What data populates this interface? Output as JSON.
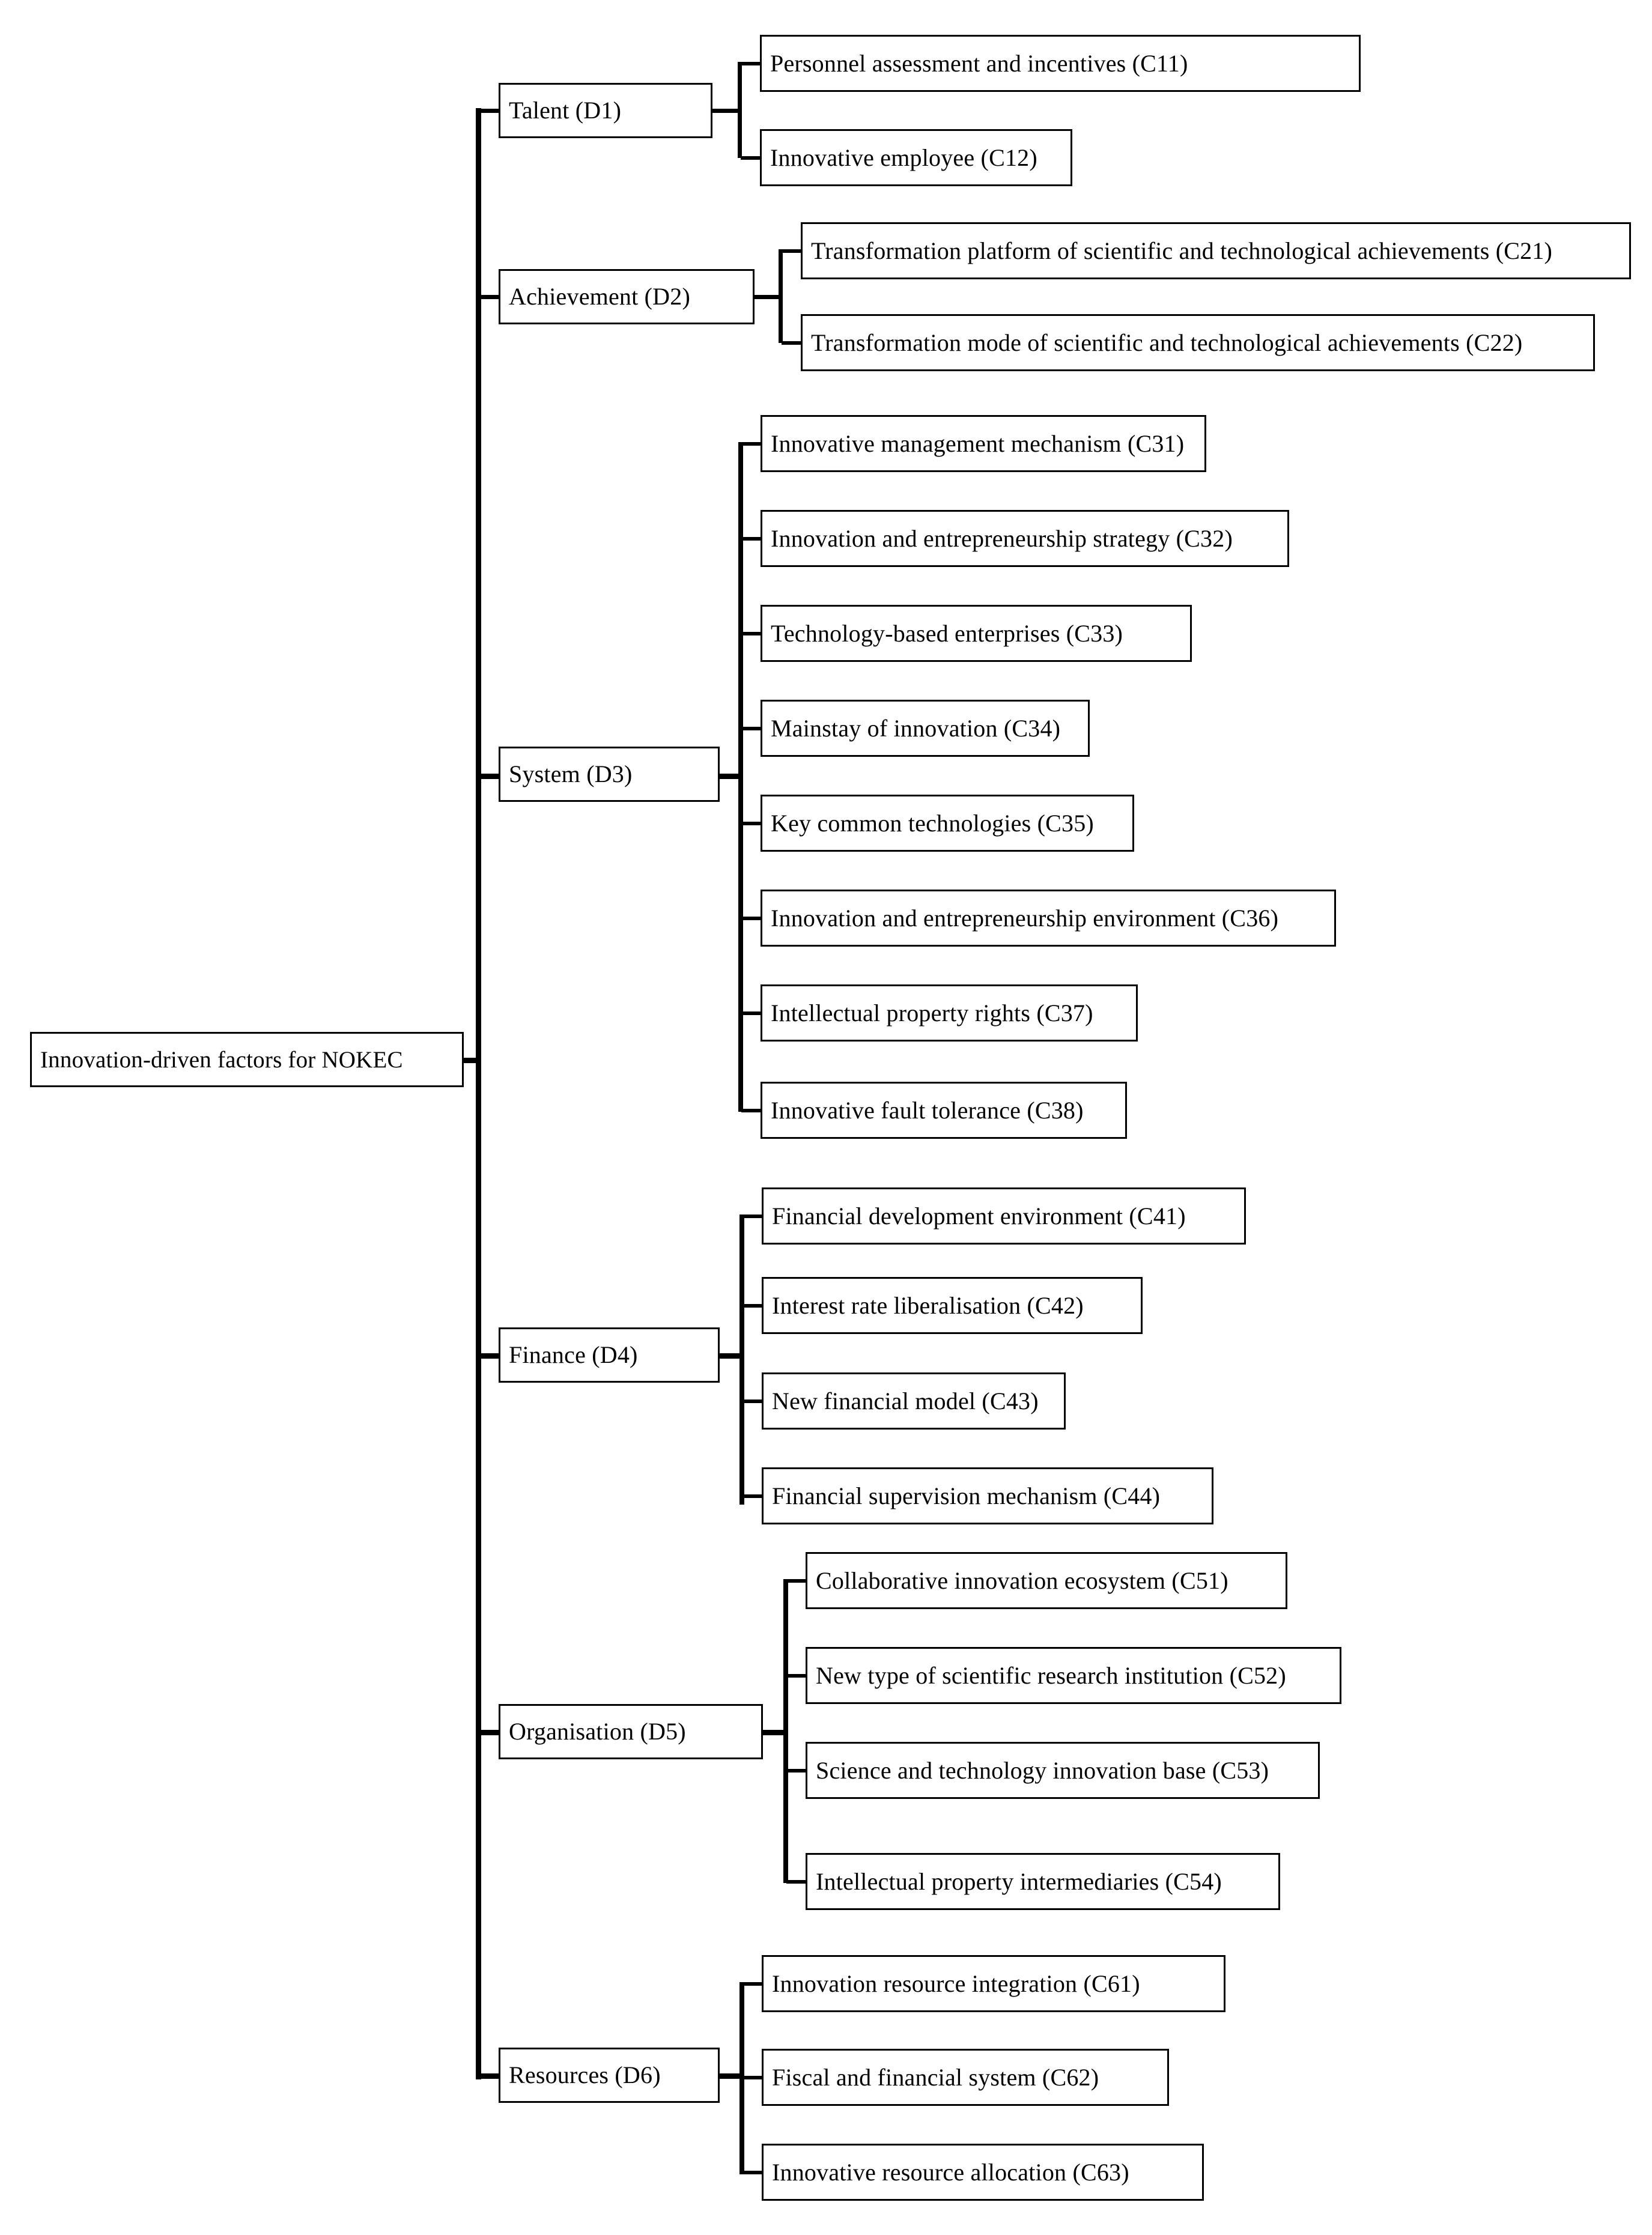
{
  "diagram": {
    "type": "hierarchy-tree",
    "orientation": "left-to-right",
    "root": {
      "label": "Innovation-driven  factors for NOKEC",
      "code": ""
    },
    "levels": [
      "goal",
      "dimension",
      "criterion"
    ],
    "branches": [
      {
        "label": "Talent (D1)",
        "code": "D1",
        "children": [
          {
            "label": "Personnel assessment and incentives (C11)",
            "code": "C11"
          },
          {
            "label": "Innovative  employee (C12)",
            "code": "C12"
          }
        ]
      },
      {
        "label": "Achievement (D2)",
        "code": "D2",
        "children": [
          {
            "label": "Transformation platform of scientific and technological achievements (C21)",
            "code": "C21"
          },
          {
            "label": "Transformation mode of scientific and technological achievements (C22)",
            "code": "C22"
          }
        ]
      },
      {
        "label": "System (D3)",
        "code": "D3",
        "children": [
          {
            "label": "Innovative  management  mechanism (C31)",
            "code": "C31"
          },
          {
            "label": "Innovation  and  entrepreneurship  strategy (C32)",
            "code": "C32"
          },
          {
            "label": "Technology-based enterprises (C33)",
            "code": "C33"
          },
          {
            "label": "Mainstay of innovation (C34)",
            "code": "C34"
          },
          {
            "label": "Key common technologies (C35)",
            "code": "C35"
          },
          {
            "label": "Innovation  and  entrepreneurship  environment (C36)",
            "code": "C36"
          },
          {
            "label": "Intellectual property rights (C37)",
            "code": "C37"
          },
          {
            "label": "Innovative  fault tolerance (C38)",
            "code": "C38"
          }
        ]
      },
      {
        "label": "Finance (D4)",
        "code": "D4",
        "children": [
          {
            "label": "Financial development environment (C41)",
            "code": "C41"
          },
          {
            "label": "Interest rate liberalisation (C42)",
            "code": "C42"
          },
          {
            "label": "New financial model (C43)",
            "code": "C43"
          },
          {
            "label": "Financial supervision mechanism  (C44)",
            "code": "C44"
          }
        ]
      },
      {
        "label": "Organisation (D5)",
        "code": "D5",
        "children": [
          {
            "label": "Collaborative innovation ecosystem (C51)",
            "code": "C51"
          },
          {
            "label": "New type of scientific research institution (C52)",
            "code": "C52"
          },
          {
            "label": "Science and technology innovation  base (C53)",
            "code": "C53"
          },
          {
            "label": "Intellectual  property intermediaries (C54)",
            "code": "C54"
          }
        ]
      },
      {
        "label": "Resources (D6)",
        "code": "D6",
        "children": [
          {
            "label": "Innovation  resource integration (C61)",
            "code": "C61"
          },
          {
            "label": "Fiscal and financial system (C62)",
            "code": "C62"
          },
          {
            "label": "Innovative resource allocation (C63)",
            "code": "C63"
          }
        ]
      }
    ],
    "colors": {
      "line": "#000000",
      "box_fill": "#ffffff",
      "text": "#000000"
    }
  }
}
